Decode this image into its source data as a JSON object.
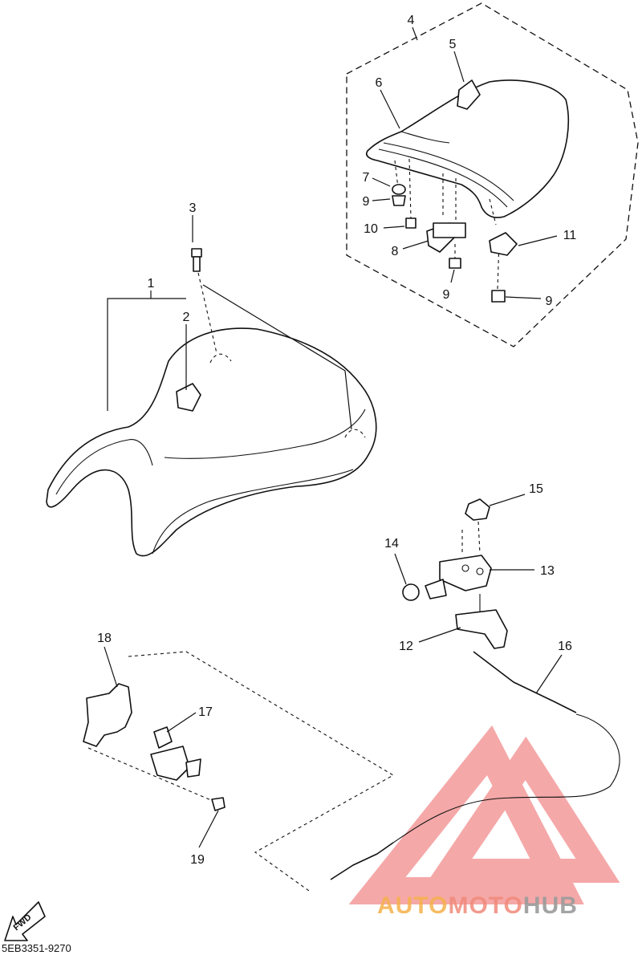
{
  "parts": [
    {
      "id": "1",
      "label": "1"
    },
    {
      "id": "2",
      "label": "2"
    },
    {
      "id": "3",
      "label": "3"
    },
    {
      "id": "4",
      "label": "4"
    },
    {
      "id": "5",
      "label": "5"
    },
    {
      "id": "6",
      "label": "6"
    },
    {
      "id": "7",
      "label": "7"
    },
    {
      "id": "8",
      "label": "8"
    },
    {
      "id": "9a",
      "label": "9"
    },
    {
      "id": "9b",
      "label": "9"
    },
    {
      "id": "9c",
      "label": "9"
    },
    {
      "id": "10",
      "label": "10"
    },
    {
      "id": "11",
      "label": "11"
    },
    {
      "id": "12",
      "label": "12"
    },
    {
      "id": "13",
      "label": "13"
    },
    {
      "id": "14",
      "label": "14"
    },
    {
      "id": "15",
      "label": "15"
    },
    {
      "id": "16",
      "label": "16"
    },
    {
      "id": "17",
      "label": "17"
    },
    {
      "id": "18",
      "label": "18"
    },
    {
      "id": "19",
      "label": "19"
    }
  ],
  "fwd_label": "FWD",
  "diagram_code": "5EB3351-9270",
  "watermark": {
    "word_auto": "AUTO",
    "word_moto": "MOTO",
    "word_hub": "HUB",
    "colors": {
      "auto": "#f5b04a",
      "moto": "#f08a7a",
      "hub": "#9a9a9a",
      "triangle": "#f07070"
    }
  }
}
